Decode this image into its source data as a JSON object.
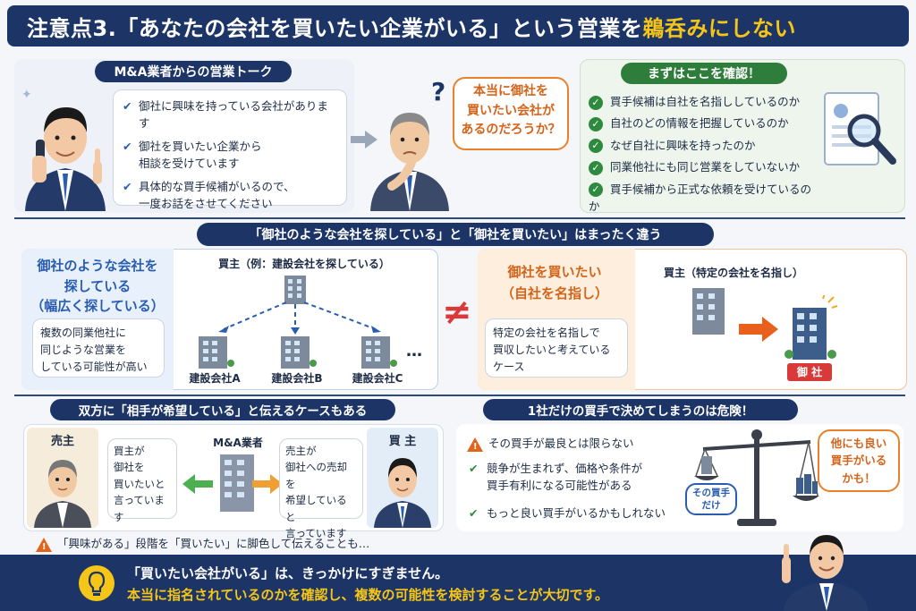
{
  "title": {
    "prefix": "注意点3.「あなたの会社を買いたい企業がいる」という営業を",
    "highlight": "鵜呑みにしない"
  },
  "sec1": {
    "pill": "M&A業者からの営業トーク",
    "items": [
      "御社に興味を持っている会社があります",
      "御社を買いたい企業から\n相談を受けています",
      "具体的な買手候補がいるので、\n一度お話をさせてください"
    ],
    "question_mark": "?",
    "bubble": "本当に御社を\n買いたい会社が\nあるのだろうか？",
    "check_pill": "まずはここを確認！",
    "check_items": [
      "買手候補は自社を名指ししているのか",
      "自社のどの情報を把握しているのか",
      "なぜ自社に興味を持ったのか",
      "同業他社にも同じ営業をしていないか",
      "買手候補から正式な依頼を受けているのか"
    ]
  },
  "sec2": {
    "pill": "「御社のような会社を探している」と「御社を買いたい」はまったく違う",
    "left_heading": "御社のような会社を\n探している\n（幅広く探している）",
    "left_note": "複数の同業他社に\n同じような営業を\nしている可能性が高い",
    "buyer_example": "買主（例：建設会社を探している）",
    "companies": [
      "建設会社A",
      "建設会社B",
      "建設会社C"
    ],
    "ellipsis": "…",
    "neq": "≠",
    "right_heading": "御社を買いたい\n（自社を名指し）",
    "right_note": "特定の会社を名指しで\n買収したいと考えている\nケース",
    "buyer_specific": "買主（特定の会社を名指し）",
    "target_label": "御 社"
  },
  "sec3": {
    "pill": "双方に「相手が希望している」と伝えるケースもある",
    "seller": "売主",
    "buyer": "買 主",
    "agent": "M&A業者",
    "to_seller": "買主が\n御社を\n買いたいと\n言っています",
    "to_buyer": "売主が\n御社への売却を\n希望していると\n言っています",
    "warning": "「興味がある」段階を「買いたい」に脚色して伝えることも…"
  },
  "sec4": {
    "pill": "1社だけの買手で決めてしまうのは危険！",
    "warn_item": "その買手が最良とは限らない",
    "items": [
      "競争が生まれず、価格や条件が\n買手有利になる可能性がある",
      "もっと良い買手がいるかもしれない"
    ],
    "scale_label": "その買手\nだけ",
    "bubble": "他にも良い\n買手がいる\nかも！"
  },
  "footer": {
    "line1": "「買いたい会社がいる」は、きっかけにすぎません。",
    "line2": "本当に指名されているのかを確認し、複数の可能性を検討することが大切です。"
  },
  "colors": {
    "navy": "#1d3566",
    "orange": "#e8822a",
    "green": "#2f8a3f",
    "yellow": "#f5c518"
  }
}
